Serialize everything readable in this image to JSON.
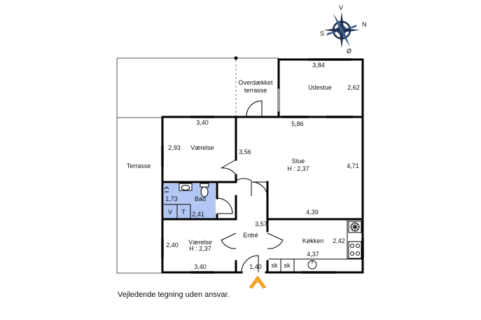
{
  "compass": {
    "n": "N",
    "s": "S",
    "v": "V",
    "o": "Ø"
  },
  "rooms": {
    "covered_terrace": [
      "Overdækket",
      "terrasse"
    ],
    "terrace": "Terrasse",
    "udestue": "Udestue",
    "vaerelse_top": "Værelse",
    "stue": "Stue",
    "stue_height": "H : 2,37",
    "bad": "Bad",
    "entre": "Entré",
    "vaerelse_bottom": "Værelse",
    "vaerelse_bottom_height": "H : 2,37",
    "kokken": "Køkken"
  },
  "fixtures": {
    "v": "V",
    "t": "T",
    "sk1": "sk",
    "sk2": "sk"
  },
  "dimensions": {
    "udestue_w": "3,84",
    "udestue_h": "2,62",
    "vaerelse_top_w": "3,40",
    "vaerelse_top_h": "2,93",
    "stue_top": "5,86",
    "stue_left": "3,56",
    "stue_right": "4,71",
    "stue_bottom": "4,39",
    "bad_h": "1,73",
    "bad_w": "2,41",
    "entre_w": "3,57",
    "kokken_h": "2,42",
    "kokken_w": "4,37",
    "vaerelse_bottom_h": "2,40",
    "vaerelse_bottom_w": "3,40",
    "entre_door": "1,40"
  },
  "disclaimer": "Vejledende tegning uden ansvar.",
  "colors": {
    "wall": "#000000",
    "bath": "#b3c7f5",
    "entry_arrow": "#f5a623",
    "window": "#9a9a9a"
  }
}
